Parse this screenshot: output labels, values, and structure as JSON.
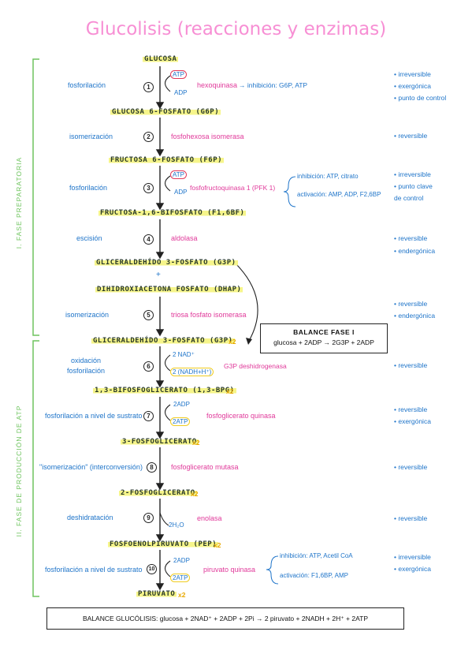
{
  "title": "Glucolisis (reacciones y enzimas)",
  "phases": [
    "I. FASE PREPARATORIA",
    "II. FASE DE PRODUCCIÓN DE ATP"
  ],
  "metabolites": [
    "GLUCOSA",
    "GLUCOSA 6-FOSFATO (G6P)",
    "FRUCTOSA 6-FOSFATO (F6P)",
    "FRUCTOSA-1,6-BIFOSFATO (F1,6BF)",
    "GLICERALDEHÍDO 3-FOSFATO (G3P)",
    "DIHIDROXIACETONA FOSFATO (DHAP)",
    "GLICERALDEHÍDO 3-FOSFATO (G3P)",
    "1,3-BIFOSFOGLICERATO (1,3-BPG)",
    "3-FOSFOGLICERATO",
    "2-FOSFOGLICERATO",
    "FOSFOENOLPIRUVATO (PEP)",
    "PIRUVATO"
  ],
  "plus": "+",
  "x2": "x2",
  "steps": [
    {
      "num": "1",
      "reaction": "fosforilación",
      "enzyme": "hexoquinasa",
      "in": "ATP",
      "out": "ADP",
      "note": "→ inhibición: G6P, ATP",
      "props": [
        "• irreversible",
        "• exergónica",
        "• punto de control"
      ]
    },
    {
      "num": "2",
      "reaction": "isomerización",
      "enzyme": "fosfohexosa isomerasa",
      "props": [
        "• reversible"
      ]
    },
    {
      "num": "3",
      "reaction": "fosforilación",
      "enzyme": "fosfofructoquinasa 1 (PFK 1)",
      "in": "ATP",
      "out": "ADP",
      "reg_inh": "inhibición: ATP, citrato",
      "reg_act": "activación: AMP, ADP, F2,6BP",
      "props": [
        "• irreversible",
        "• punto clave",
        "de control"
      ]
    },
    {
      "num": "4",
      "reaction": "escisión",
      "enzyme": "aldolasa",
      "props": [
        "• reversible",
        "• endergónica"
      ]
    },
    {
      "num": "5",
      "reaction": "isomerización",
      "enzyme": "triosa fosfato isomerasa",
      "props": [
        "• reversible",
        "• endergónica"
      ]
    },
    {
      "num": "6",
      "reaction_lines": [
        "oxidación",
        "fosforilación"
      ],
      "enzyme": "G3P deshidrogenasa",
      "in": "2 NAD⁺",
      "out": "2 (NADH+H⁺)",
      "props": [
        "• reversible"
      ]
    },
    {
      "num": "7",
      "reaction": "fosforilación a nivel de sustrato",
      "enzyme": "fosfoglicerato quinasa",
      "in": "2ADP",
      "out": "2ATP",
      "props": [
        "• reversible",
        "• exergónica"
      ]
    },
    {
      "num": "8",
      "reaction": "\"isomerización\" (interconversión)",
      "enzyme": "fosfoglicerato mutasa",
      "props": [
        "• reversible"
      ]
    },
    {
      "num": "9",
      "reaction": "deshidratación",
      "enzyme": "enolasa",
      "out": "2H₂O",
      "props": [
        "• reversible"
      ]
    },
    {
      "num": "10",
      "reaction": "fosforilación a nivel de sustrato",
      "enzyme": "piruvato quinasa",
      "in": "2ADP",
      "out": "2ATP",
      "reg_inh": "inhibición: ATP, Acetil CoA",
      "reg_act": "activación: F1,6BP, AMP",
      "props": [
        "• irreversible",
        "• exergónica"
      ]
    }
  ],
  "balance_phase1": {
    "title": "BALANCE FASE I",
    "equation": "glucosa + 2ADP → 2G3P + 2ADP"
  },
  "balance_total": "BALANCE GLUCÓLISIS: glucosa + 2NAD⁺ + 2ADP + 2Pi → 2 piruvato + 2NADH + 2H⁺ + 2ATP",
  "colors": {
    "title": "#f78fd4",
    "reaction": "#1e74c9",
    "enzyme": "#e0399a",
    "metabolite_highlight": "#f6f58a",
    "bracket": "#6fc45f",
    "x2": "#e8a800"
  }
}
